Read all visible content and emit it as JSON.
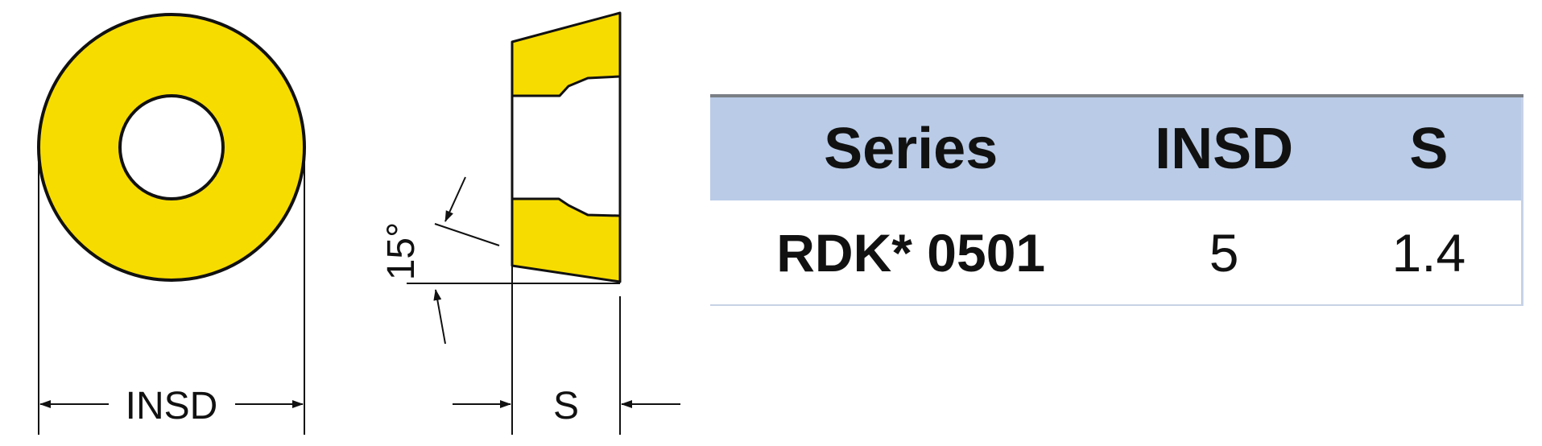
{
  "colors": {
    "insert_fill": "#f7dc00",
    "outline": "#111111",
    "table_header_bg": "#b9cbe7",
    "table_border": "#c7d2e6"
  },
  "drawing": {
    "diameter_label": "INSD",
    "thickness_label": "S",
    "angle_label": "15°"
  },
  "table": {
    "headers": [
      "Series",
      "INSD",
      "S"
    ],
    "rows": [
      [
        "RDK* 0501",
        "5",
        "1.4"
      ]
    ]
  }
}
